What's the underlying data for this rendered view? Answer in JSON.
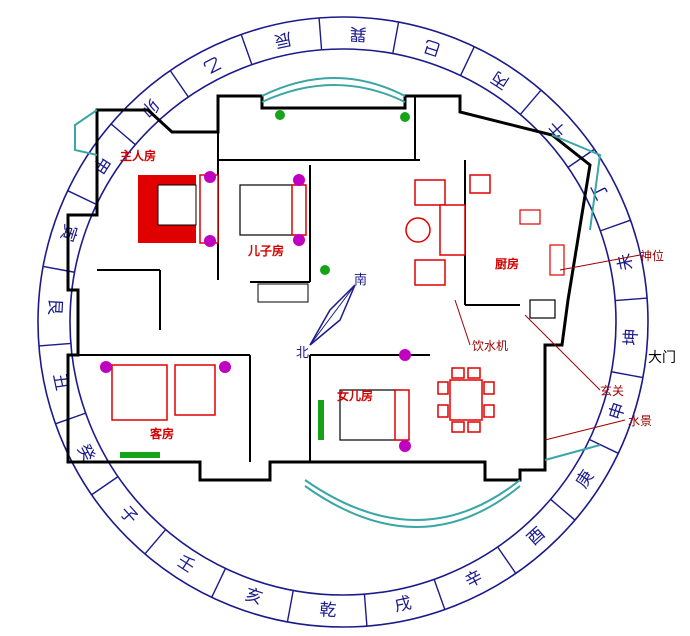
{
  "compass_ring": {
    "characters": [
      "乾",
      "戌",
      "辛",
      "酉",
      "庚",
      "申",
      "坤",
      "未",
      "丁",
      "午",
      "丙",
      "巳",
      "巽",
      "辰",
      "乙",
      "卯",
      "甲",
      "寅",
      "艮",
      "丑",
      "癸",
      "子",
      "壬",
      "亥"
    ]
  },
  "rooms": {
    "master_bedroom": "主人房",
    "son_room": "儿子房",
    "guest_room": "客房",
    "daughter_room": "女儿房",
    "kitchen": "厨房"
  },
  "callouts": {
    "shrine": "神位",
    "main_door": "大门",
    "entrance": "玄关",
    "water_feature": "水景",
    "water_dispenser": "饮水机"
  },
  "center_compass": {
    "north_mark": "北",
    "south_mark": "南"
  },
  "colors": {
    "ring": "#1a1a8c",
    "walls": "#000000",
    "bay_glass": "#3aa6a6",
    "furniture_red": "#e00000",
    "accent_magenta": "#c000c0",
    "plant_green": "#17a317"
  }
}
